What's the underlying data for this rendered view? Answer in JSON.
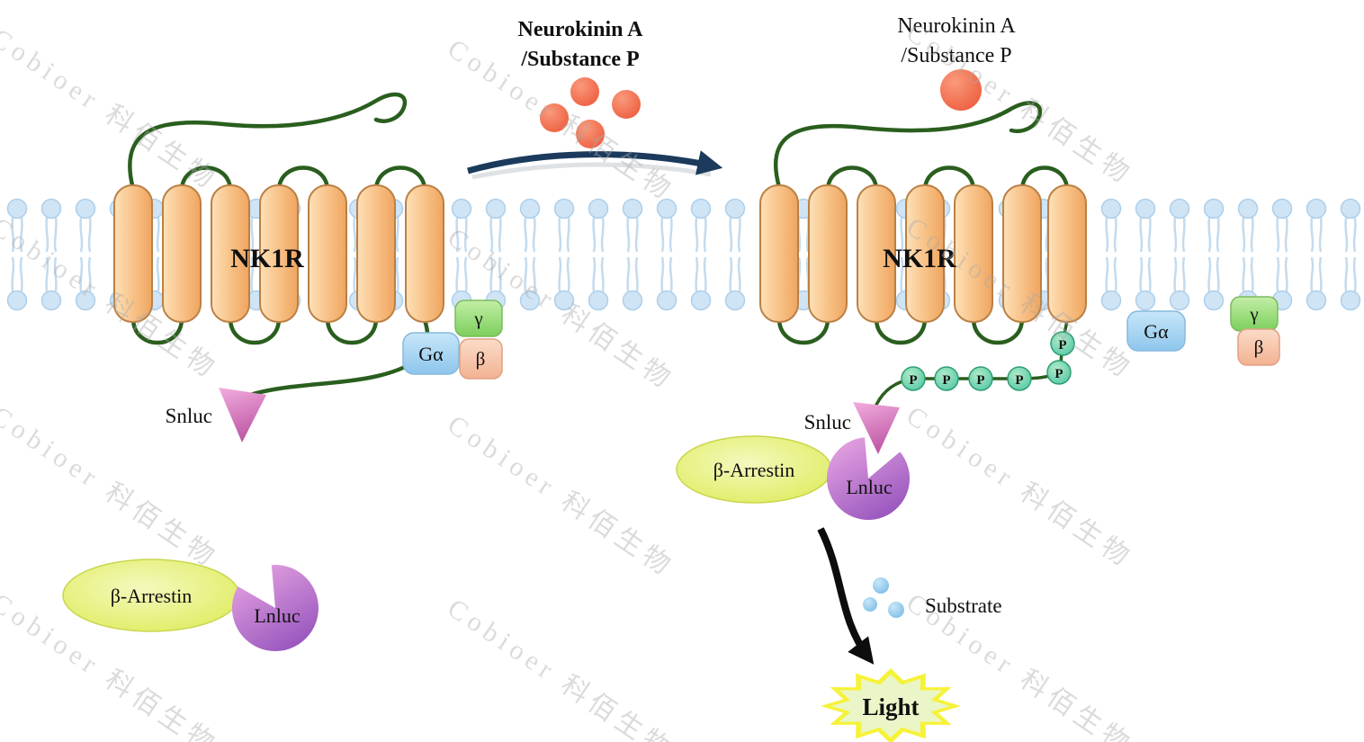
{
  "watermark": {
    "text": "Cobioer 科佰生物"
  },
  "ligand": {
    "name_line1": "Neurokinin A",
    "name_line2": "/Substance P"
  },
  "left": {
    "receptor": "NK1R",
    "g_alpha": "Gα",
    "gamma": "γ",
    "beta": "β",
    "snluc": "Snluc",
    "arrestin": "β-Arrestin",
    "lnluc": "Lnluc"
  },
  "right": {
    "ligand_line1": "Neurokinin A",
    "ligand_line2": "/Substance P",
    "receptor": "NK1R",
    "g_alpha": "Gα",
    "gamma": "γ",
    "beta": "β",
    "snluc": "Snluc",
    "arrestin": "β-Arrestin",
    "lnluc": "Lnluc",
    "phospho": "P",
    "substrate": "Substrate",
    "light": "Light"
  },
  "colors": {
    "membrane_head": "#cfe4f5",
    "receptor_fill": "#f8c288",
    "loop_green": "#2a5e1e",
    "ligand_red": "#ec5a3a",
    "g_alpha_blue": "#8ec6ec",
    "gamma_green": "#7ccf5d",
    "beta_peach": "#f2b292",
    "snluc_pink": "#bf58a6",
    "lnluc_purple": "#9b59c0",
    "arrestin_yellow": "#dcea52",
    "phospho_teal": "#3fbf9f",
    "substrate_blue": "#79bbe6",
    "light_green_text": "#2f9e3f",
    "starburst_yellow": "#f6f23a",
    "arrow_navy": "#1b3a5c"
  }
}
